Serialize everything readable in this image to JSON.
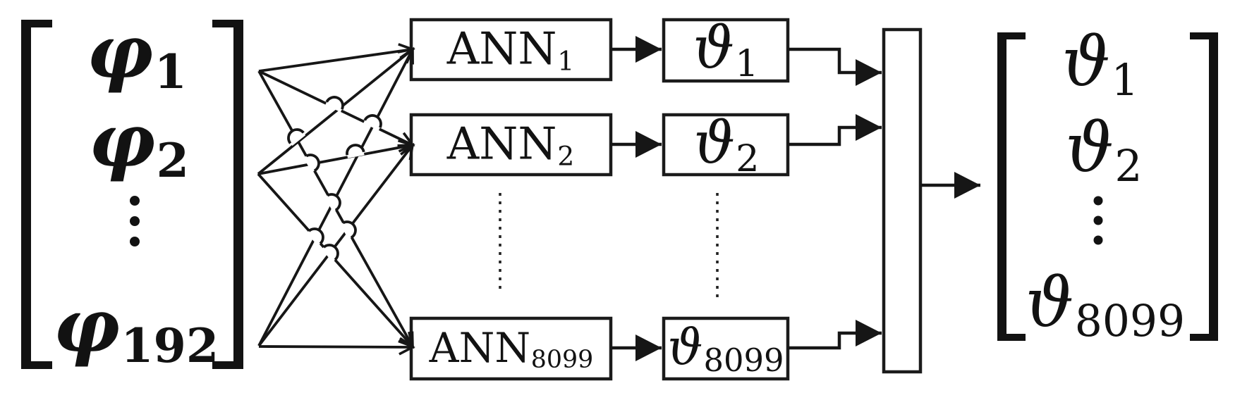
{
  "title": "Per-output ANN ensemble mapping diagram",
  "colors": {
    "ink": "#161616",
    "background": "#ffffff"
  },
  "input_vector": {
    "entry1": {
      "base": "φ",
      "sub": "1"
    },
    "entry2": {
      "base": "φ",
      "sub": "2"
    },
    "entry_last": {
      "base": "φ",
      "sub": "192"
    }
  },
  "ann_column": {
    "box1": {
      "base": "ANN",
      "sub": "1"
    },
    "box2": {
      "base": "ANN",
      "sub": "2"
    },
    "box_last": {
      "base": "ANN",
      "sub": "8099"
    }
  },
  "theta_column": {
    "box1": {
      "base": "ϑ",
      "sub": "1"
    },
    "box2": {
      "base": "ϑ",
      "sub": "2"
    },
    "box_last": {
      "base": "ϑ",
      "sub": "8099"
    }
  },
  "output_vector": {
    "entry1": {
      "base": "ϑ",
      "sub": "1"
    },
    "entry2": {
      "base": "ϑ",
      "sub": "2"
    },
    "entry_last": {
      "base": "ϑ",
      "sub": "8099"
    }
  }
}
